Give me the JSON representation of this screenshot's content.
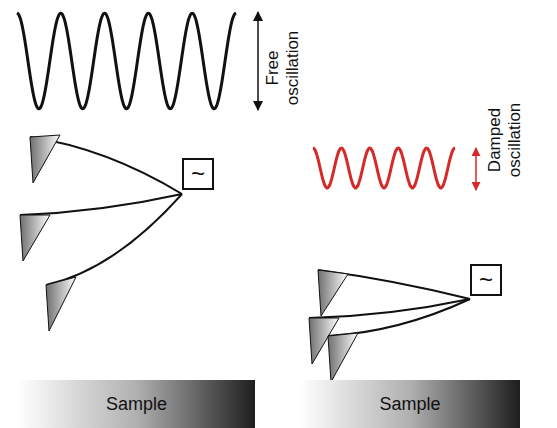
{
  "diagram": {
    "nodes": [
      {
        "text": [
          "~"
        ]
      },
      {
        "text": [
          "~"
        ]
      },
      {
        "text": [
          "Sample"
        ]
      },
      {
        "text": [
          "Sample"
        ]
      }
    ],
    "labels": [
      "Free oscillation",
      "Damped oscillation"
    ]
  }
}
